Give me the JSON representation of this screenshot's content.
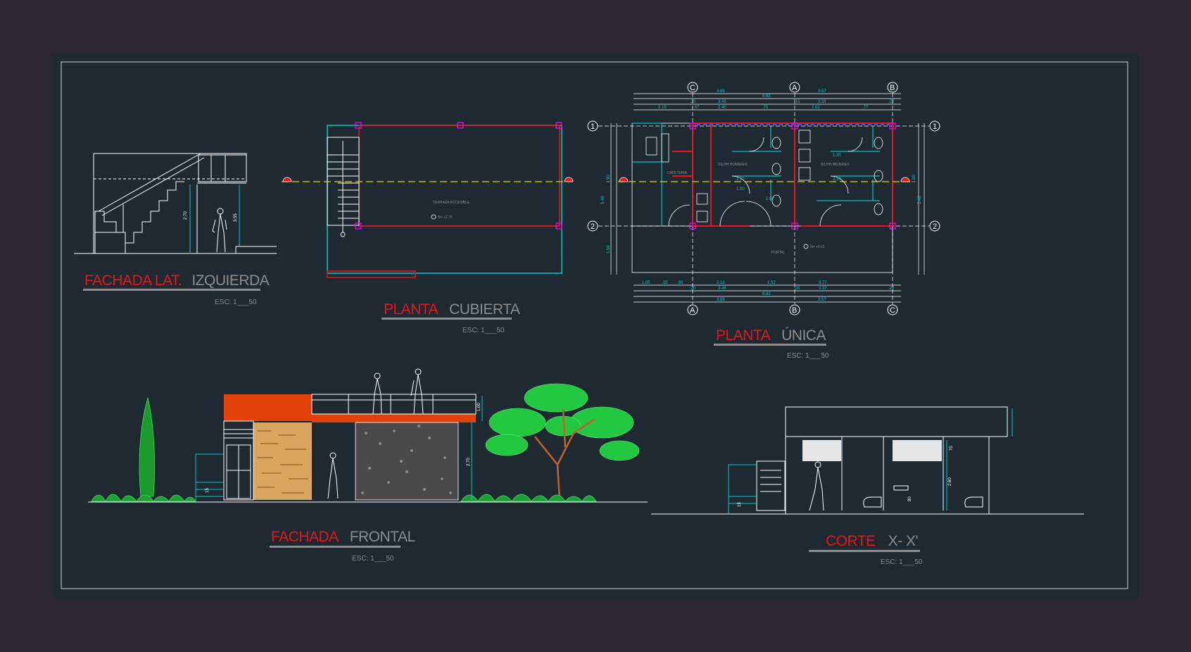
{
  "views": {
    "lateral": {
      "title_a": "FACHADA LAT.",
      "title_b": "IZQUIERDA",
      "scale": "ESC: 1___50"
    },
    "cubierta": {
      "title_a": "PLANTA",
      "title_b": "CUBIERTA",
      "scale": "ESC: 1___50",
      "room_label": "TERRAZA ACCESIBLE",
      "level": "N= +2.70"
    },
    "unica": {
      "title_a": "PLANTA",
      "title_b": "ÚNICA",
      "scale": "ESC: 1___50",
      "rooms": {
        "cafeteria": "CAFETERIA",
        "ss_hombres": "SS.HH HOMBRES",
        "ss_mujeres": "SS.HH MUJERES",
        "portal": "PORTAL"
      },
      "level": "N= +0.15",
      "top_dims_1": [
        "3.85",
        "3.57"
      ],
      "top_dims_2": [
        "6.82"
      ],
      "top_dims_3": [
        ".20",
        "3.45",
        ".15",
        "3.35",
        ".22"
      ],
      "top_dims_4": [
        "2.10",
        ".67",
        "2.40",
        ".75",
        "2.62",
        ".77"
      ],
      "bottom_dims_1": [
        "1.05",
        ".15",
        ".90",
        "2.13",
        "1.52",
        "3.77"
      ],
      "bottom_dims_2": [
        ".20",
        "3.46",
        ".20",
        "3.37",
        ".20"
      ],
      "bottom_dims_3": [
        "6.83"
      ],
      "bottom_dims_4": [
        "3.86",
        "3.57"
      ],
      "left_dims": [
        "5.40",
        "3.90",
        "1.50"
      ],
      "inner_dims": [
        "1.30",
        "1.00",
        "1.62",
        "1.00",
        "2.10"
      ],
      "axis_x": [
        "C",
        "A",
        "B"
      ],
      "axis_y": [
        "1",
        "2"
      ]
    },
    "frontal": {
      "title_a": "FACHADA",
      "title_b": "FRONTAL",
      "scale": "ESC: 1___50",
      "dims": [
        "2.70",
        "1.00",
        "15"
      ]
    },
    "corte": {
      "title_a": "CORTE",
      "title_b": "X- X'",
      "scale": "ESC: 1___50",
      "dims": [
        "2.60",
        "70",
        "80",
        "15"
      ]
    },
    "lateral_dims": [
      "2.70",
      "3.55"
    ]
  },
  "colors": {
    "background": "#2b2731",
    "sheet": "#1f2932",
    "frame": "#c8d2dc",
    "cyan": "#00c8c8",
    "red": "#e8161b",
    "yellow": "#e6d200",
    "magenta": "#ff00ff",
    "green": "#22d24a",
    "orange": "#e0420a"
  }
}
